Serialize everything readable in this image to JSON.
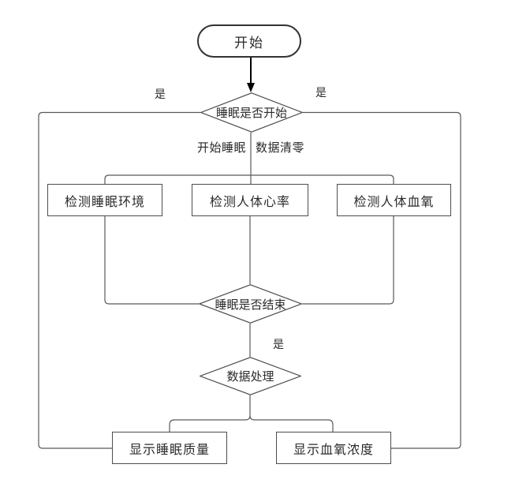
{
  "diagram": {
    "type": "flowchart",
    "nodes": {
      "start": {
        "label": "开始",
        "shape": "terminator"
      },
      "sleep_start_decision": {
        "label": "睡眠是否开始",
        "shape": "diamond"
      },
      "detect_environment": {
        "label": "检测睡眠环境",
        "shape": "rect"
      },
      "detect_heart_rate": {
        "label": "检测人体心率",
        "shape": "rect"
      },
      "detect_blood_oxygen": {
        "label": "检测人体血氧",
        "shape": "rect"
      },
      "sleep_end_decision": {
        "label": "睡眠是否结束",
        "shape": "diamond"
      },
      "data_processing": {
        "label": "数据处理",
        "shape": "diamond"
      },
      "show_sleep_quality": {
        "label": "显示睡眠质量",
        "shape": "rect"
      },
      "show_blood_oxygen": {
        "label": "显示血氧浓度",
        "shape": "rect"
      }
    },
    "edge_labels": {
      "yes_left": "是",
      "yes_right": "是",
      "start_sleep": "开始睡眠",
      "data_reset": "数据清零",
      "yes_bottom": "是"
    },
    "colors": {
      "line": "#595959",
      "border": "#4d4d4d",
      "arrow": "#000000",
      "text": "#2b2b2b",
      "background": "#ffffff"
    }
  }
}
